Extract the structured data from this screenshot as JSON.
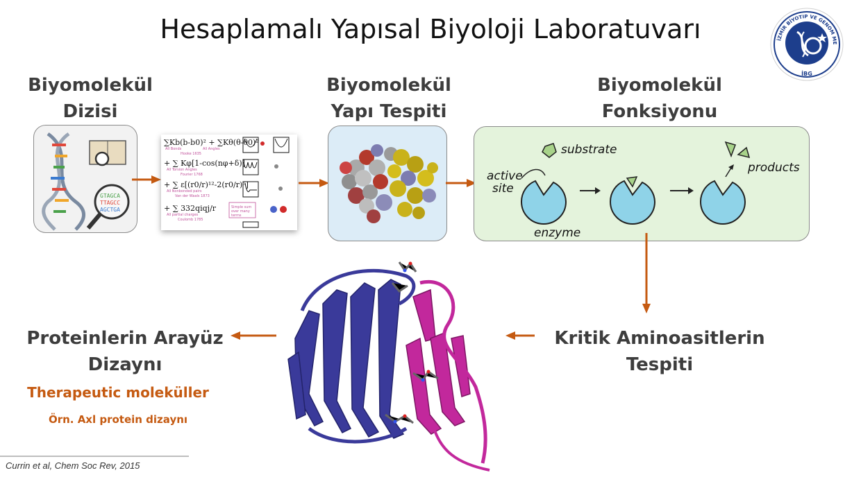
{
  "title": "Hesaplamalı Yapısal Biyoloji Laboratuvarı",
  "logo": {
    "ring_text": "İZMİR BİYOTIP VE GENOM MERKEZİ",
    "monogram": "iBG",
    "bottom": "İBG"
  },
  "steps": {
    "sequence": {
      "line1": "Biyomolekül",
      "line2": "Dizisi"
    },
    "structure": {
      "line1": "Biyomolekül",
      "line2": "Yapı Tespiti"
    },
    "function": {
      "line1": "Biyomolekül",
      "line2": "Fonksiyonu"
    },
    "critical": {
      "line1": "Kritik Aminoasitlerin",
      "line2": "Tespiti"
    },
    "interface": {
      "line1": "Proteinlerin Arayüz",
      "line2": "Dizaynı"
    }
  },
  "therapeutic": "Therapeutic moleküller",
  "example": "Örn. Axl protein dizaynı",
  "enzyme_diagram": {
    "substrate": "substrate",
    "active_site_1": "active",
    "active_site_2": "site",
    "enzyme": "enzyme",
    "products": "products"
  },
  "equations": {
    "l1": "∑Kb(b-b0)² + ∑Kθ(θ-θ0)²",
    "l1a": "All Bonds",
    "l1b": "All Angles",
    "l2": "+ ∑ Kφ[1-cos(nφ+δ)]",
    "l2a": "All Torsion Angles",
    "l3": "+ ∑ ε[(r0/r)¹²-2(r0/r)⁶]",
    "l3a": "All Nonbonded pairs",
    "l4": "+ ∑ 332qiqj/r",
    "l4a": "All partial charges",
    "l1n": "Hooke 1635",
    "l2n": "Fourier 1768",
    "l3n": "Van der Waals 1873",
    "l4n": "Coulomb 1785",
    "note1": "Simple sum",
    "note2": "over many",
    "note3": "terms"
  },
  "citation": "Currin et al, Chem Soc Rev, 2015",
  "colors": {
    "arrow": "#c55a11",
    "accent": "#c55a11",
    "function_bg": "#e4f3dc",
    "structure_bg": "#dcecf7"
  }
}
